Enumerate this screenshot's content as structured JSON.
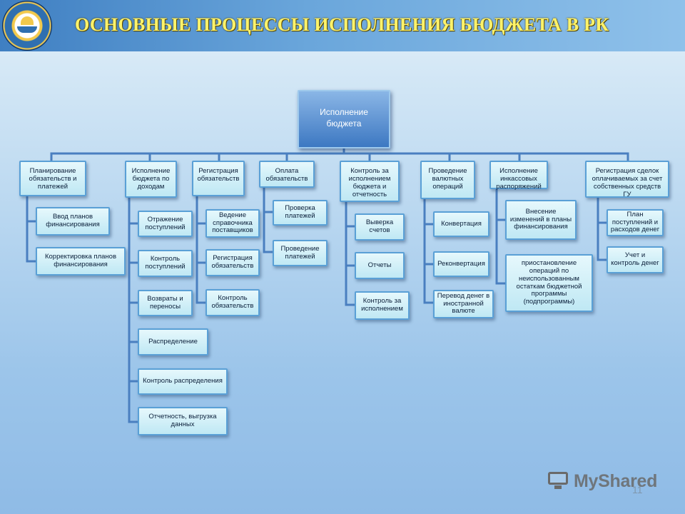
{
  "slide": {
    "title": "ОСНОВНЫЕ ПРОЦЕССЫ ИСПОЛНЕНИЯ БЮДЖЕТА В РК",
    "page_number": "11",
    "watermark": "MyShared"
  },
  "colors": {
    "title": "#fff36a",
    "banner": "#4a8bcb",
    "box_border": "#5aa0d6",
    "root_fill": "#3d78c2",
    "connector": "#4a7fc0"
  },
  "icons": [
    "emblem-logo",
    "myshared-monitor-icon"
  ],
  "diagram": {
    "root": "Исполнение бюджета",
    "branches": [
      {
        "label": "Планирование обязательств и платежей",
        "children": [
          "Ввод планов финансирования",
          "Корректировка планов финансирования"
        ]
      },
      {
        "label": "Исполнение бюджета по доходам",
        "children": [
          "Отражение поступлений",
          "Контроль поступлений",
          "Возвраты и переносы",
          "Распределение",
          "Контроль распределения",
          "Отчетность, выгрузка данных"
        ]
      },
      {
        "label": "Регистрация обязательств",
        "children": [
          "Ведение справочника поставщиков",
          "Регистрация обязательств",
          "Контроль обязательств"
        ]
      },
      {
        "label": "Оплата обязательств",
        "children": [
          "Проверка платежей",
          "Проведение платежей"
        ]
      },
      {
        "label": "Контроль за исполнением бюджета и отчетность",
        "children": [
          "Выверка счетов",
          "Отчеты",
          "Контроль за исполнением"
        ]
      },
      {
        "label": "Проведение валютных операций",
        "children": [
          "Конвертация",
          "Реконвертация",
          "Перевод денег в иностранной валюте"
        ]
      },
      {
        "label": "Исполнение инкассовых распоряжений",
        "children": [
          "Внесение изменений в планы финансирования",
          "приостановление операций по неиспользованным остаткам бюджетной программы (подпрограммы)"
        ]
      },
      {
        "label": "Регистрация сделок оплачиваемых за счет собственных средств ГУ",
        "children": [
          "План поступлений и расходов денег",
          "Учет и контроль денег"
        ]
      }
    ]
  }
}
